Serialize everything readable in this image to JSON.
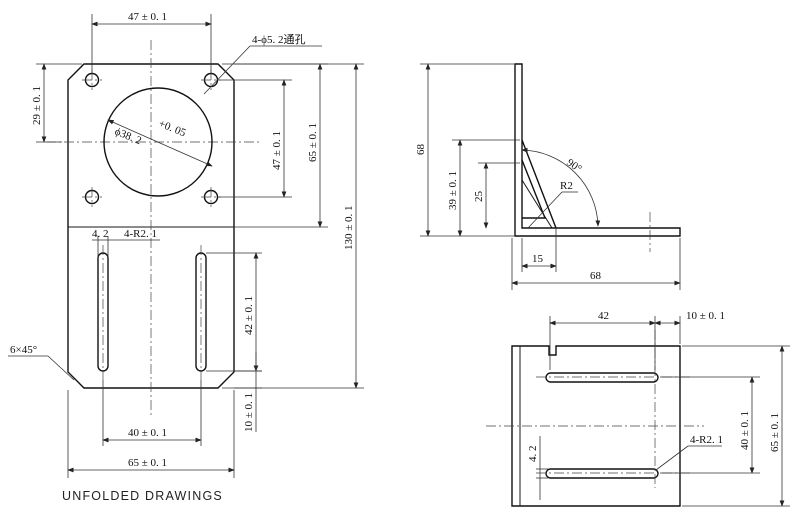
{
  "caption": "UNFOLDED DRAWINGS",
  "unfolded": {
    "dim_top_width": "47 ± 0. 1",
    "hole_note": "4-ϕ5. 2通孔",
    "bore_note": "ϕ38. 2",
    "bore_tol": "+0. 05",
    "dim_hole_spacing_vertical": "47 ± 0. 1",
    "dim_top_to_slot": "65 ± 0. 1",
    "dim_overall_height": "130 ± 0. 1",
    "dim_top_edge": "29 ± 0. 1",
    "slot_width_note": "4. 2",
    "slot_radius_note": "4-R2. 1",
    "dim_slot_length": "42 ± 0. 1",
    "dim_bottom_offset": "10 ± 0. 1",
    "dim_slot_spacing": "40 ± 0. 1",
    "dim_overall_width": "65 ± 0. 1",
    "chamfer_note": "6×45°"
  },
  "side_view": {
    "dim_height": "68",
    "dim_rib_height": "39 ± 0. 1",
    "dim_rib_inner": "25",
    "angle": "90°",
    "radius": "R2",
    "dim_rib_base": "15",
    "dim_length": "68"
  },
  "bottom_view": {
    "dim_slot_len": "42",
    "dim_offset": "10 ± 0. 1",
    "dim_slot_spacing": "40 ± 0. 1",
    "dim_width": "65 ± 0. 1",
    "slot_width": "4. 2",
    "slot_radius": "4-R2. 1"
  }
}
